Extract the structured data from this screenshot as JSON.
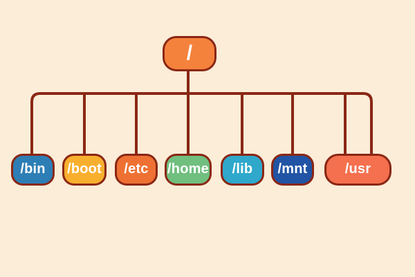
{
  "diagram": {
    "type": "tree",
    "background_color": "#FCEDD8",
    "connector_color": "#8A2715",
    "node_border_color": "#8A2715",
    "label_color": "#FFFFFF",
    "root": {
      "label": "/",
      "fill_color": "#F5823C"
    },
    "children": [
      {
        "label": "/bin",
        "fill_color": "#2D7EB5"
      },
      {
        "label": "/boot",
        "fill_color": "#F9AF2E"
      },
      {
        "label": "/etc",
        "fill_color": "#EE7133"
      },
      {
        "label": "/home",
        "fill_color": "#70BF7F"
      },
      {
        "label": "/lib",
        "fill_color": "#2FA8CC"
      },
      {
        "label": "/mnt",
        "fill_color": "#2154A4"
      },
      {
        "label": "/usr",
        "fill_color": "#F4704E"
      }
    ]
  }
}
